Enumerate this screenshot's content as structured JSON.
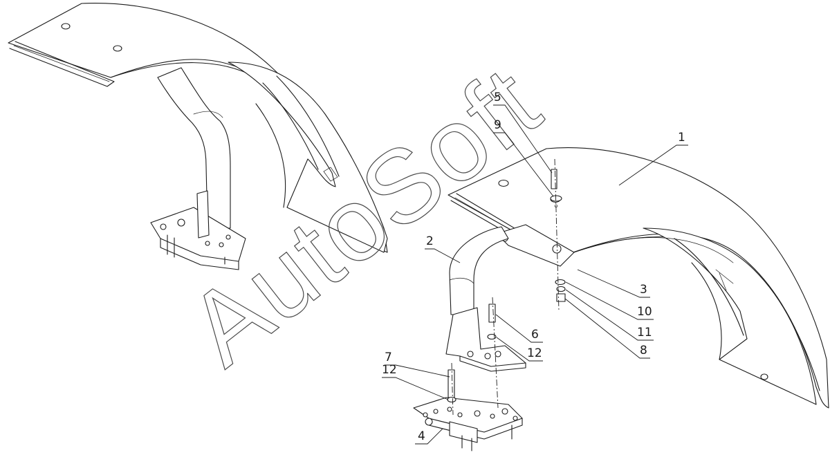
{
  "diagram": {
    "watermark": "AutoSoft",
    "parts": [
      {
        "id": "1",
        "label": "1"
      },
      {
        "id": "2",
        "label": "2"
      },
      {
        "id": "3",
        "label": "3"
      },
      {
        "id": "4",
        "label": "4"
      },
      {
        "id": "5",
        "label": "5"
      },
      {
        "id": "6",
        "label": "6"
      },
      {
        "id": "7",
        "label": "7"
      },
      {
        "id": "8",
        "label": "8"
      },
      {
        "id": "9",
        "label": "9"
      },
      {
        "id": "10",
        "label": "10"
      },
      {
        "id": "11",
        "label": "11"
      },
      {
        "id": "12a",
        "label": "12"
      },
      {
        "id": "12b",
        "label": "12"
      }
    ]
  }
}
